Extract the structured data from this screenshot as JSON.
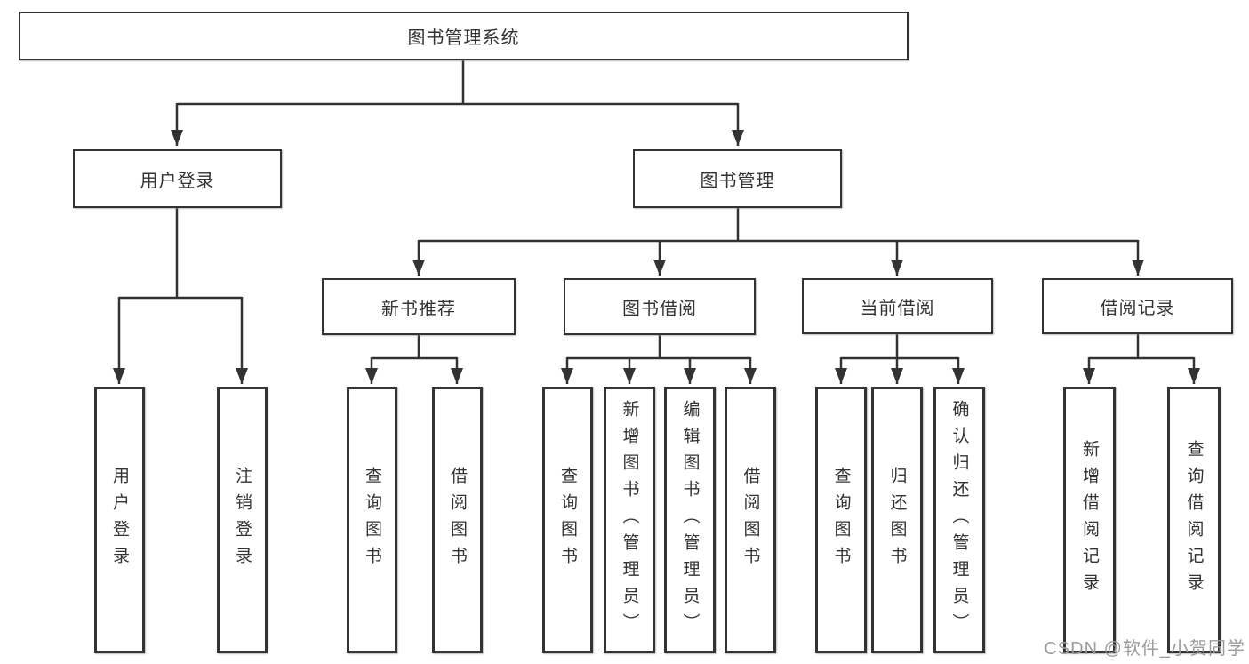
{
  "colors": {
    "line": "#333333",
    "box_border": "#333333",
    "text": "#333333",
    "watermark": "#9b9b9b",
    "background": "#ffffff"
  },
  "tree": {
    "label": "图书管理系统",
    "children": [
      {
        "label": "用户登录",
        "children": [
          {
            "label": "用户登录"
          },
          {
            "label": "注销登录"
          }
        ]
      },
      {
        "label": "图书管理",
        "children": [
          {
            "label": "新书推荐",
            "children": [
              {
                "label": "查询图书"
              },
              {
                "label": "借阅图书"
              }
            ]
          },
          {
            "label": "图书借阅",
            "children": [
              {
                "label": "查询图书"
              },
              {
                "label": "新增图书（管理员）"
              },
              {
                "label": "编辑图书（管理员）"
              },
              {
                "label": "借阅图书"
              }
            ]
          },
          {
            "label": "当前借阅",
            "children": [
              {
                "label": "查询图书"
              },
              {
                "label": "归还图书"
              },
              {
                "label": "确认归还（管理员）"
              }
            ]
          },
          {
            "label": "借阅记录",
            "children": [
              {
                "label": "新增借阅记录"
              },
              {
                "label": "查询借阅记录"
              }
            ]
          }
        ]
      }
    ]
  },
  "watermark": {
    "text": "CSDN @软件_小贺同学"
  }
}
